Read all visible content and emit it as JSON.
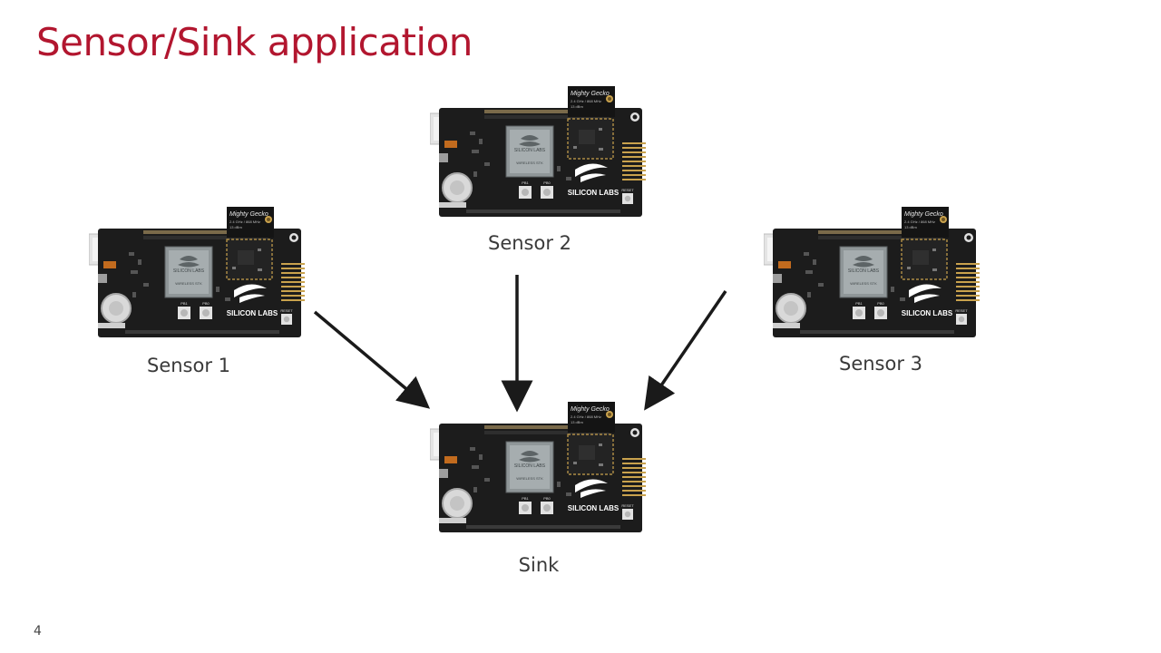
{
  "slide": {
    "title": "Sensor/Sink application",
    "page_number": "4"
  },
  "nodes": [
    {
      "id": "sensor-1",
      "label": "Sensor 1"
    },
    {
      "id": "sensor-2",
      "label": "Sensor 2"
    },
    {
      "id": "sensor-3",
      "label": "Sensor 3"
    },
    {
      "id": "sink",
      "label": "Sink"
    }
  ],
  "edges": [
    {
      "from": "sensor-1",
      "to": "sink"
    },
    {
      "from": "sensor-2",
      "to": "sink"
    },
    {
      "from": "sensor-3",
      "to": "sink"
    }
  ],
  "board": {
    "brand": "SILICON LABS",
    "module_name": "Mighty Gecko",
    "module_spec": "2.4 GHz / 868 MHz",
    "module_power": "13 dBm",
    "lcd_brand": "SILICON LABS",
    "lcd_text": "WIRELESS STK",
    "button_labels": [
      "PB1",
      "PB0"
    ],
    "reset_label": "RESET"
  },
  "colors": {
    "title": "#b2162f",
    "board": "#1c1c1c",
    "arrow": "#1a1a1a"
  }
}
